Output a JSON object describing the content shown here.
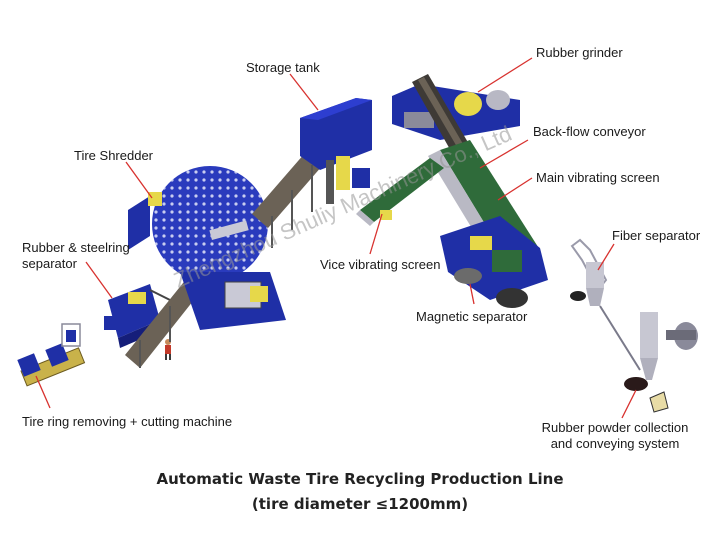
{
  "labels": {
    "storage_tank": "Storage tank",
    "rubber_grinder": "Rubber grinder",
    "tire_shredder": "Tire Shredder",
    "backflow_conveyor": "Back-flow conveyor",
    "main_vibrating_screen": "Main vibrating screen",
    "rubber_steelring_separator_l1": "Rubber & steelring",
    "rubber_steelring_separator_l2": "separator",
    "fiber_separator": "Fiber separator",
    "vice_vibrating_screen": "Vice vibrating screen",
    "magnetic_separator": "Magnetic separator",
    "tire_ring_removing": "Tire ring removing + cutting machine",
    "powder_collection_l1": "Rubber powder collection",
    "powder_collection_l2": "and conveying system"
  },
  "watermark": "Zhengzhou Shuliy Machinery Co., Ltd",
  "caption": {
    "line1": "Automatic Waste Tire Recycling Production Line",
    "line2": "(tire diameter ≤1200mm)"
  },
  "colors": {
    "machine_blue": "#1f2fa6",
    "accent_yellow": "#e6d84a",
    "leader_red": "#d8322f",
    "conveyor_brown": "#6b6256",
    "belt_green": "#2f6b3a"
  }
}
